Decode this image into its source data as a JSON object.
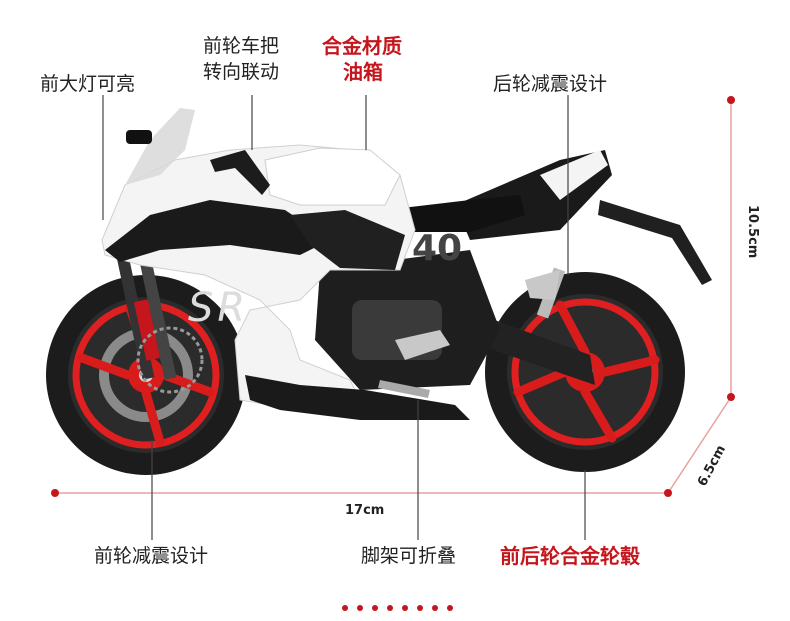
{
  "callouts": {
    "headlight": "前大灯可亮",
    "steering_line1": "前轮车把",
    "steering_line2": "转向联动",
    "tank_line1": "合金材质",
    "tank_line2": "油箱",
    "rear_shock": "后轮减震设计",
    "front_shock": "前轮减震设计",
    "kickstand": "脚架可折叠",
    "wheels": "前后轮合金轮毂"
  },
  "dimensions": {
    "length": "17cm",
    "height": "10.5cm",
    "width": "6.5cm"
  },
  "bike_text": {
    "number": "40",
    "logo": "SR"
  },
  "colors": {
    "accent_red": "#c4161c",
    "dimension_line": "#e8a0a0",
    "body_white": "#f4f4f4",
    "frame_black": "#1a1a1a"
  }
}
